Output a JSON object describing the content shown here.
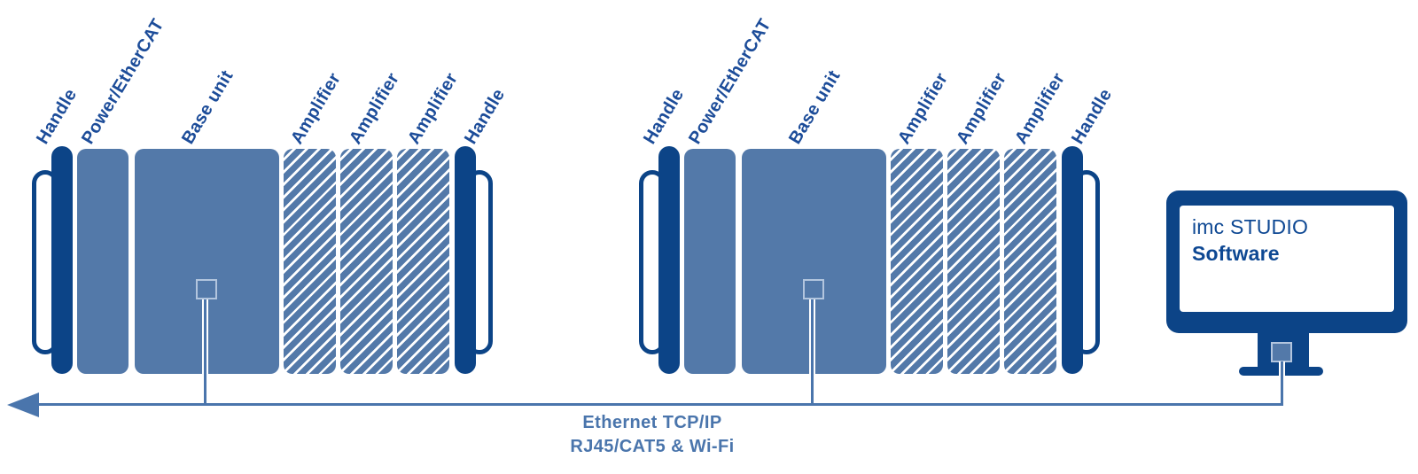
{
  "devices": [
    {
      "name": "device-rack-1",
      "modules": [
        {
          "type": "handle",
          "label": "Handle"
        },
        {
          "type": "power",
          "label": "Power/EtherCAT"
        },
        {
          "type": "base-unit",
          "label": "Base unit"
        },
        {
          "type": "amplifier",
          "label": "Amplifier"
        },
        {
          "type": "amplifier",
          "label": "Amplifier"
        },
        {
          "type": "amplifier",
          "label": "Amplifier"
        },
        {
          "type": "handle",
          "label": "Handle"
        }
      ]
    },
    {
      "name": "device-rack-2",
      "modules": [
        {
          "type": "handle",
          "label": "Handle"
        },
        {
          "type": "power",
          "label": "Power/EtherCAT"
        },
        {
          "type": "base-unit",
          "label": "Base unit"
        },
        {
          "type": "amplifier",
          "label": "Amplifier"
        },
        {
          "type": "amplifier",
          "label": "Amplifier"
        },
        {
          "type": "amplifier",
          "label": "Amplifier"
        },
        {
          "type": "handle",
          "label": "Handle"
        }
      ]
    }
  ],
  "software": {
    "line1": "imc STUDIO",
    "line2": "Software"
  },
  "connection": {
    "line1": "Ethernet TCP/IP",
    "line2": "RJ45/CAT5 & Wi-Fi"
  },
  "colors": {
    "navy": "#0c4487",
    "module_blue": "#5379a9",
    "label_text": "#1c4c99",
    "connection": "#4a75ac",
    "stripe": "#ffffff",
    "connector_border": "#b2c5de",
    "monitor_text": "#0e4893"
  }
}
